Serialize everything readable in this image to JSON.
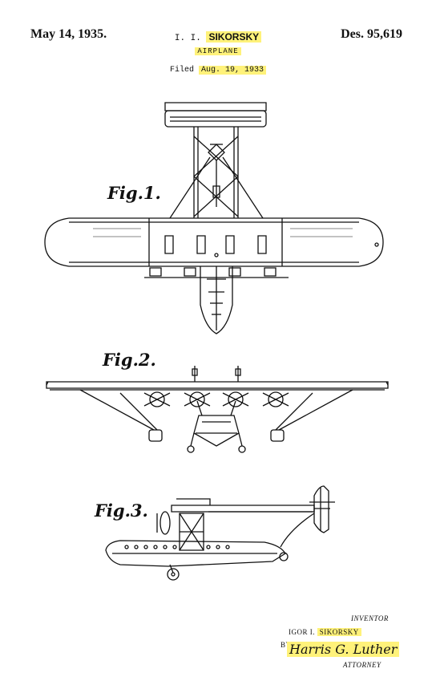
{
  "header": {
    "date": "May 14, 1935.",
    "inventor": "I. I. SIKORSKY",
    "inventor_prefix": "I. I.",
    "inventor_name": "SIKORSKY",
    "title": "AIRPLANE",
    "filed_prefix": "Filed",
    "filed_date": "Aug. 19, 1933",
    "design_number": "Des. 95,619"
  },
  "figures": {
    "fig1": "Fig.1.",
    "fig2": "Fig.2.",
    "fig3": "Fig.3."
  },
  "footer": {
    "inventor_caption": "INVENTOR",
    "inventor_full_name": "IGOR I. SIKORSKY",
    "inventor_first": "IGOR I.",
    "inventor_last": "SIKORSKY",
    "by": "BY",
    "signature": "Harris G. Luther",
    "attorney_caption": "ATTORNEY"
  },
  "colors": {
    "highlight": "#fff27a",
    "ink": "#111111"
  }
}
